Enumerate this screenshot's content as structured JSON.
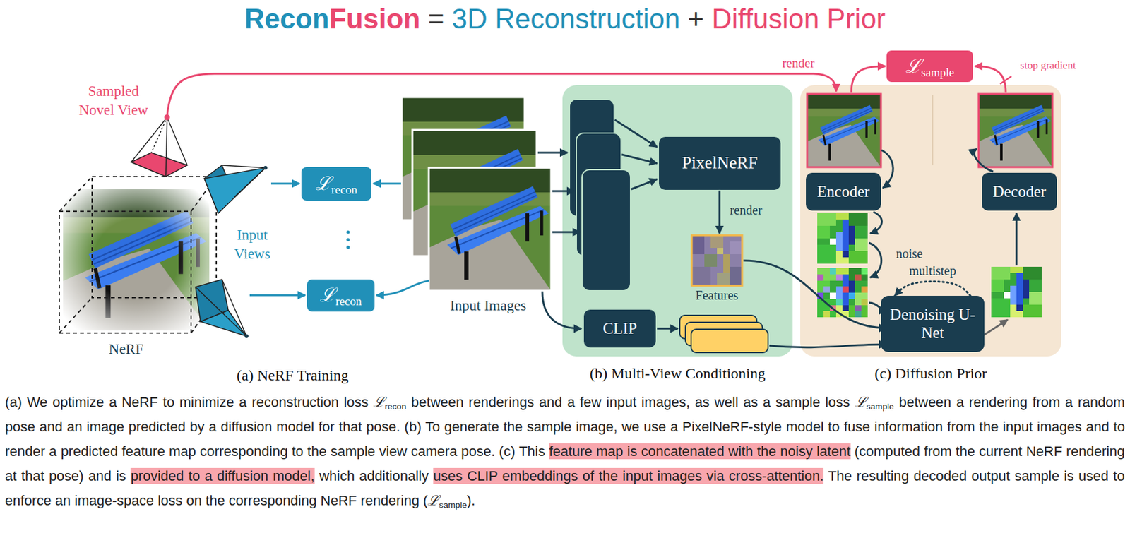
{
  "diagram": {
    "title": "ReconFusion = 3D Reconstruction + Diffusion Prior",
    "caption": "(a) We optimize a NeRF to minimize a reconstruction loss ℒrecon between renderings and a few input images, as well as a sample loss ℒsample between a rendering from a random pose and an image predicted by a diffusion model for that pose. (b) To generate the sample image, we use a PixelNeRF-style model to fuse information from the input images and to render a predicted feature map corresponding to the sample view camera pose. (c) This feature map is concatenated with the noisy latent (computed from the current NeRF rendering at that pose) and is provided to a diffusion model, which additionally uses CLIP embeddings of the input images via cross-attention. The resulting decoded output sample is used to enforce an image-space loss on the corresponding NeRF rendering (ℒsample).",
    "nodes": [
      {
        "text": [
          "ℒrecon"
        ]
      },
      {
        "text": [
          "ℒrecon"
        ]
      },
      {
        "text": [
          "(b) Multi-View Conditioning"
        ]
      },
      {
        "text": [
          "PixelNeRF"
        ],
        "in": 2
      },
      {
        "text": [
          "CLIP"
        ],
        "in": 2
      },
      {
        "text": [
          "ℒsample"
        ]
      },
      {
        "text": [
          "(c) Diffusion Prior"
        ]
      },
      {
        "text": [
          "Encoder"
        ],
        "in": 6
      },
      {
        "text": [
          "Decoder"
        ],
        "in": 6
      },
      {
        "text": [
          "Denoising U-Net"
        ],
        "in": 6
      }
    ],
    "edges": [
      {
        "from": 9,
        "to": 9,
        "label": "multistep",
        "arrow": "to"
      }
    ],
    "labels": [
      "Sampled Novel View",
      "render",
      "stop gradient",
      "Input Views",
      "NeRF",
      "Input Images",
      "render",
      "Features",
      "noise",
      "(a) NeRF Training"
    ]
  }
}
